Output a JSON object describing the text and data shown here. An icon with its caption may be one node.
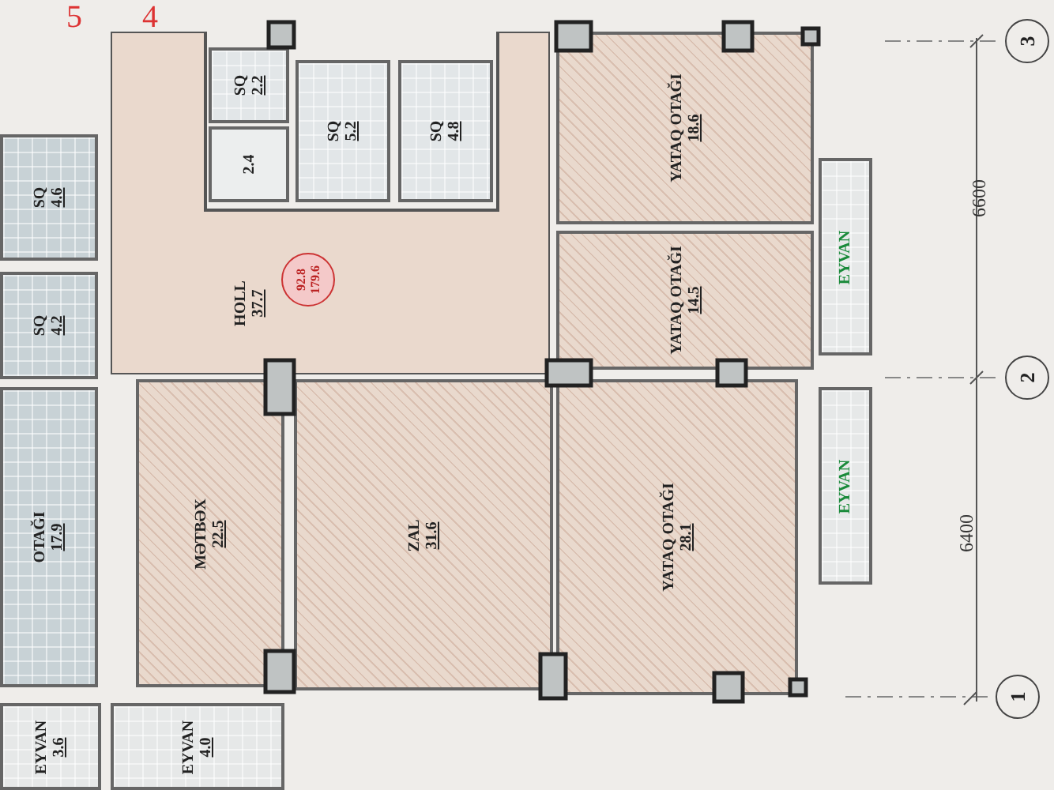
{
  "diagram": {
    "nodes": [
      {
        "text": [
          "SQ",
          "4.6"
        ]
      },
      {
        "text": [
          "SQ",
          "2.2"
        ]
      },
      {
        "text": [
          "2.4"
        ]
      },
      {
        "text": [
          "SQ",
          "5.2"
        ]
      },
      {
        "text": [
          "SQ",
          "4.8"
        ]
      },
      {
        "text": [
          "YATAQ OTAĞI",
          "18.6"
        ]
      },
      {
        "text": [
          "HOLL",
          "37.7"
        ]
      },
      {
        "text": [
          "92.8",
          "179.6"
        ],
        "in": 6
      },
      {
        "text": [
          "SQ",
          "4.2"
        ]
      },
      {
        "text": [
          "YATAQ OTAĞI",
          "14.5"
        ]
      },
      {
        "text": [
          "EYVAN"
        ]
      },
      {
        "text": [
          "OTAĞI",
          "17.9"
        ]
      },
      {
        "text": [
          "MƏTBƏX",
          "22.5"
        ]
      },
      {
        "text": [
          "ZAL",
          "31.6"
        ]
      },
      {
        "text": [
          "YATAQ OTAĞI",
          "28.1"
        ]
      },
      {
        "text": [
          "EYVAN"
        ]
      },
      {
        "text": [
          "EYVAN",
          "3.6"
        ]
      },
      {
        "text": [
          "EYVAN",
          "4.0"
        ]
      },
      {
        "text": [
          "3"
        ]
      },
      {
        "text": [
          "2"
        ]
      },
      {
        "text": [
          "1"
        ]
      }
    ],
    "labels": [
      "5",
      "4",
      "6600",
      "6400"
    ]
  }
}
